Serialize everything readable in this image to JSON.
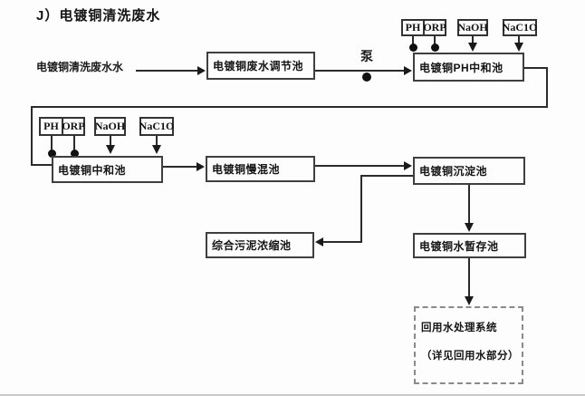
{
  "title": "J）电镀铜清洗废水",
  "flow": {
    "source_label": "电镀铜清洗废水水",
    "pump_label": "泵"
  },
  "reagents": {
    "row1": {
      "ph": "PH",
      "orp": "ORP",
      "naoh": "NaOH",
      "naclo": "NaC1O"
    },
    "row2": {
      "ph": "PH",
      "orp": "ORP",
      "naoh": "NaOH",
      "naclo": "NaC1O"
    }
  },
  "nodes": {
    "regulating": "电镀铜废水调节池",
    "ph_neutralizing": "电镀铜PH中和池",
    "neutralizing": "电镀铜中和池",
    "slow_mixing": "电镀铜慢混池",
    "sedimentation": "电镀铜沉淀池",
    "sludge_thickening": "综合污泥浓缩池",
    "water_storage": "电镀铜水暂存池",
    "reuse_system_line1": "回用水处理系统",
    "reuse_system_line2": "（详见回用水部分）"
  },
  "colors": {
    "background": "#fdfdfd",
    "line": "#2b2b2b",
    "box_border": "#3f3f3f",
    "dashed_border": "#8a8a8a",
    "text": "#141414"
  }
}
